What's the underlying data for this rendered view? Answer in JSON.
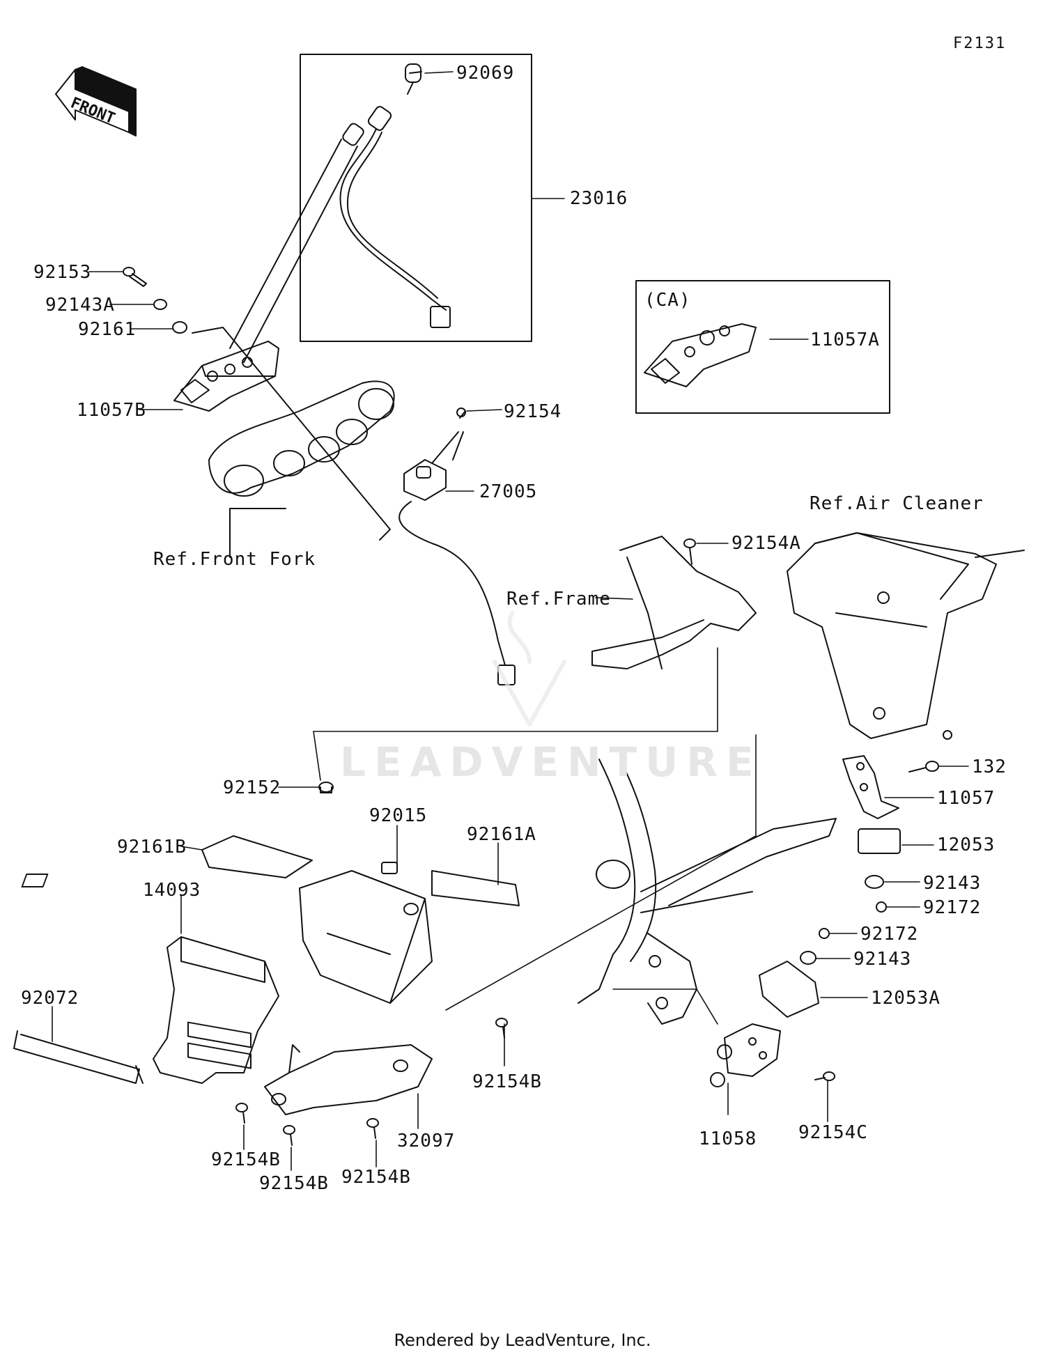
{
  "diagram": {
    "code": "F2131",
    "front_arrow_text": "FRONT",
    "watermark": "LEADVENTURE",
    "footer": "Rendered by LeadVenture, Inc.",
    "callouts": [
      {
        "id": "92069",
        "text": "92069"
      },
      {
        "id": "23016",
        "text": "23016"
      },
      {
        "id": "92153",
        "text": "92153"
      },
      {
        "id": "92143A",
        "text": "92143A"
      },
      {
        "id": "92161",
        "text": "92161"
      },
      {
        "id": "11057B",
        "text": "11057B"
      },
      {
        "id": "ref-front-fork",
        "text": "Ref.Front Fork"
      },
      {
        "id": "ca",
        "text": "(CA)"
      },
      {
        "id": "11057A",
        "text": "11057A"
      },
      {
        "id": "92154",
        "text": "92154"
      },
      {
        "id": "27005",
        "text": "27005"
      },
      {
        "id": "ref-air-cleaner",
        "text": "Ref.Air Cleaner"
      },
      {
        "id": "92154A",
        "text": "92154A"
      },
      {
        "id": "ref-frame",
        "text": "Ref.Frame"
      },
      {
        "id": "132",
        "text": "132"
      },
      {
        "id": "11057",
        "text": "11057"
      },
      {
        "id": "12053",
        "text": "12053"
      },
      {
        "id": "92143-upper",
        "text": "92143"
      },
      {
        "id": "92172-upper",
        "text": "92172"
      },
      {
        "id": "92172-lower",
        "text": "92172"
      },
      {
        "id": "92143-lower",
        "text": "92143"
      },
      {
        "id": "12053A",
        "text": "12053A"
      },
      {
        "id": "92152",
        "text": "92152"
      },
      {
        "id": "92015",
        "text": "92015"
      },
      {
        "id": "92161A",
        "text": "92161A"
      },
      {
        "id": "92161B",
        "text": "92161B"
      },
      {
        "id": "14093",
        "text": "14093"
      },
      {
        "id": "92072",
        "text": "92072"
      },
      {
        "id": "92154B-mid",
        "text": "92154B"
      },
      {
        "id": "32097",
        "text": "32097"
      },
      {
        "id": "92154B-a",
        "text": "92154B"
      },
      {
        "id": "92154B-b",
        "text": "92154B"
      },
      {
        "id": "92154B-c",
        "text": "92154B"
      },
      {
        "id": "11058",
        "text": "11058"
      },
      {
        "id": "92154C",
        "text": "92154C"
      }
    ]
  }
}
